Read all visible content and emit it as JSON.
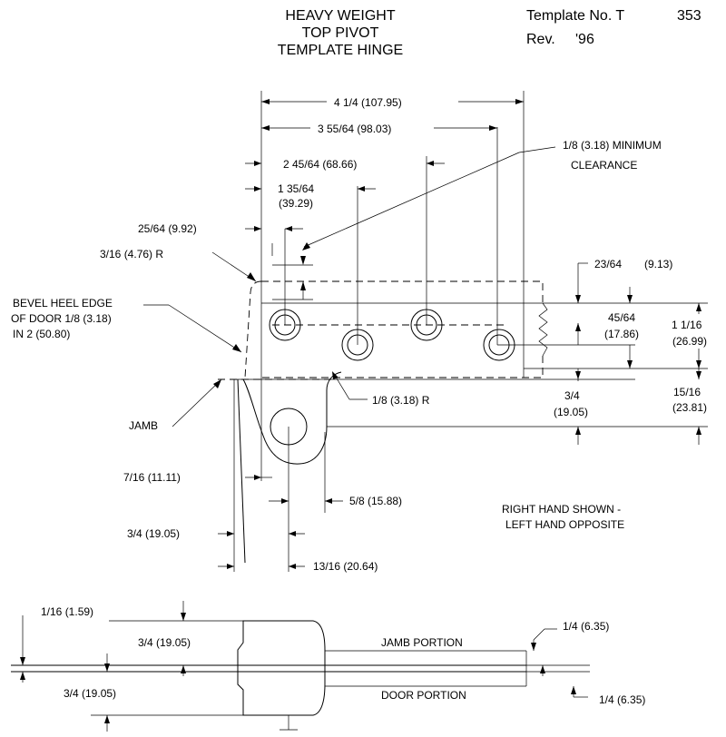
{
  "title": {
    "line1": "HEAVY WEIGHT",
    "line2": "TOP PIVOT",
    "line3": "TEMPLATE HINGE"
  },
  "template_info": {
    "template_label": "Template No. T",
    "template_number": "353",
    "rev_label": "Rev.",
    "rev_value": "'96"
  },
  "dimensions": {
    "d_4_1_4": "4 1/4 (107.95)",
    "d_3_55_64": "3 55/64 (98.03)",
    "d_2_45_64": "2 45/64 (68.66)",
    "d_1_35_64_a": "1 35/64",
    "d_1_35_64_b": "(39.29)",
    "d_25_64": "25/64 (9.92)",
    "d_3_16_r": "3/16 (4.76) R",
    "min_clear_a": "1/8 (3.18) MINIMUM",
    "min_clear_b": "CLEARANCE",
    "d_23_64_a": "23/64",
    "d_23_64_b": "(9.13)",
    "d_45_64_a": "45/64",
    "d_45_64_b": "(17.86)",
    "d_1_1_16_a": "1 1/16",
    "d_1_1_16_b": "(26.99)",
    "d_1_8_r": "1/8 (3.18) R",
    "d_3_4_a": "3/4",
    "d_3_4_b": "(19.05)",
    "d_15_16_a": "15/16",
    "d_15_16_b": "(23.81)",
    "d_7_16": "7/16 (11.11)",
    "d_5_8": "5/8 (15.88)",
    "d_3_4_left": "3/4 (19.05)",
    "d_13_16": "13/16 (20.64)",
    "bevel_a": "BEVEL HEEL EDGE",
    "bevel_b": "OF DOOR 1/8 (3.18)",
    "bevel_c": "IN 2 (50.80)",
    "jamb": "JAMB",
    "note_a": "RIGHT HAND SHOWN -",
    "note_b": "LEFT HAND OPPOSITE"
  },
  "section_view": {
    "d_1_16": "1/16 (1.59)",
    "d_3_4_top": "3/4 (19.05)",
    "d_3_4_bottom": "3/4 (19.05)",
    "jamb_portion": "JAMB PORTION",
    "door_portion": "DOOR PORTION",
    "d_1_4_top": "1/4 (6.35)",
    "d_1_4_bottom": "1/4 (6.35)"
  }
}
